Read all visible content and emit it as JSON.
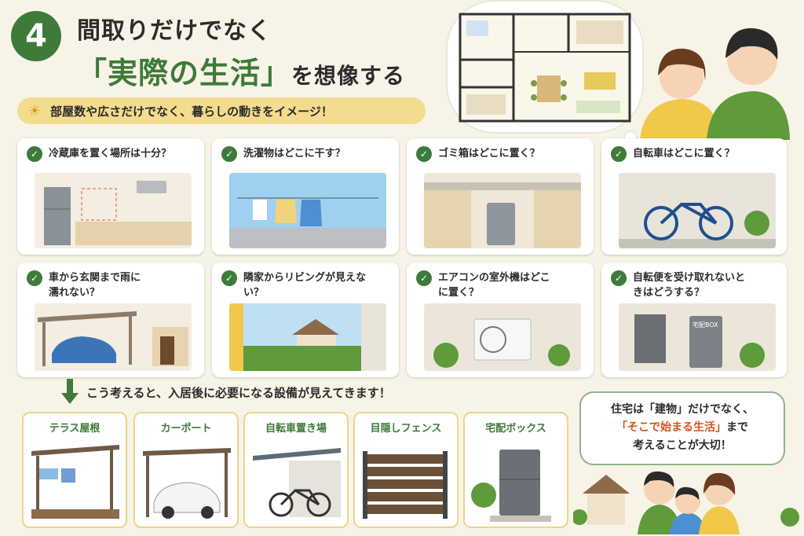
{
  "header": {
    "badge_number": "4",
    "title_line1": "間取りだけでなく",
    "title_line2_highlight": "「実際の生活」",
    "title_line2_suffix": "を想像する",
    "subtitle": "部屋数や広さだけでなく、暮らしの動きをイメージ！"
  },
  "questions": [
    {
      "text": "冷蔵庫を置く場所は十分？",
      "icon": "refrigerator-kitchen"
    },
    {
      "text": "洗濯物はどこに干す？",
      "icon": "laundry-balcony"
    },
    {
      "text": "ゴミ箱はどこに置く？",
      "icon": "trash-bin-kitchen"
    },
    {
      "text": "自転車はどこに置く？",
      "icon": "bicycle-entrance"
    },
    {
      "text": "車から玄関まで雨に濡れない？",
      "icon": "carport-car"
    },
    {
      "text": "隣家からリビングが見えない？",
      "icon": "window-neighbor-house"
    },
    {
      "text": "エアコンの室外機はどこに置く？",
      "icon": "ac-outdoor-unit"
    },
    {
      "text": "自転便を受け取れないときはどうする？",
      "icon": "delivery-box"
    }
  ],
  "conclusion": "こう考えると、入居後に必要になる設備が見えてきます！",
  "equipment": [
    {
      "label": "テラス屋根",
      "icon": "terrace-roof"
    },
    {
      "label": "カーポート",
      "icon": "carport"
    },
    {
      "label": "自転車置き場",
      "icon": "bicycle-shelter"
    },
    {
      "label": "目隠しフェンス",
      "icon": "privacy-fence"
    },
    {
      "label": "宅配ボックス",
      "icon": "parcel-box"
    }
  ],
  "delivery_box_text": "宅配BOX",
  "message": {
    "line1": "住宅は「建物」だけでなく、",
    "line2_highlight": "「そこで始まる生活」",
    "line2_suffix": "まで",
    "line3": "考えることが大切！"
  },
  "colors": {
    "accent_green": "#3e7a3a",
    "highlight_orange": "#d2541c",
    "banner_yellow": "#f4dc8e"
  }
}
